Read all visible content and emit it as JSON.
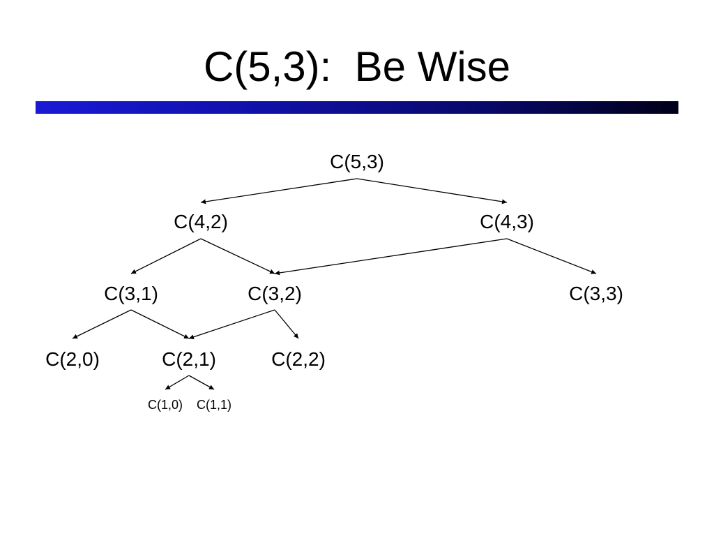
{
  "slide": {
    "title": "C(5,3):  Be Wise"
  },
  "colors": {
    "title_bar_start": "#1a1ad6",
    "title_bar_end": "#000018",
    "text": "#000000",
    "edge": "#000000"
  },
  "tree": {
    "nodes": [
      {
        "id": "c53",
        "label": "C(5,3)"
      },
      {
        "id": "c42",
        "label": "C(4,2)"
      },
      {
        "id": "c43",
        "label": "C(4,3)"
      },
      {
        "id": "c31",
        "label": "C(3,1)"
      },
      {
        "id": "c32",
        "label": "C(3,2)"
      },
      {
        "id": "c33",
        "label": "C(3,3)"
      },
      {
        "id": "c20",
        "label": "C(2,0)"
      },
      {
        "id": "c21",
        "label": "C(2,1)"
      },
      {
        "id": "c22",
        "label": "C(2,2)"
      },
      {
        "id": "c10",
        "label": "C(1,0)"
      },
      {
        "id": "c11",
        "label": "C(1,1)"
      }
    ],
    "edges": [
      {
        "from": "c53",
        "to": "c42"
      },
      {
        "from": "c53",
        "to": "c43"
      },
      {
        "from": "c42",
        "to": "c31"
      },
      {
        "from": "c42",
        "to": "c32"
      },
      {
        "from": "c43",
        "to": "c32"
      },
      {
        "from": "c43",
        "to": "c33"
      },
      {
        "from": "c31",
        "to": "c20"
      },
      {
        "from": "c31",
        "to": "c21"
      },
      {
        "from": "c32",
        "to": "c21"
      },
      {
        "from": "c32",
        "to": "c22"
      },
      {
        "from": "c21",
        "to": "c10"
      },
      {
        "from": "c21",
        "to": "c11"
      }
    ]
  }
}
